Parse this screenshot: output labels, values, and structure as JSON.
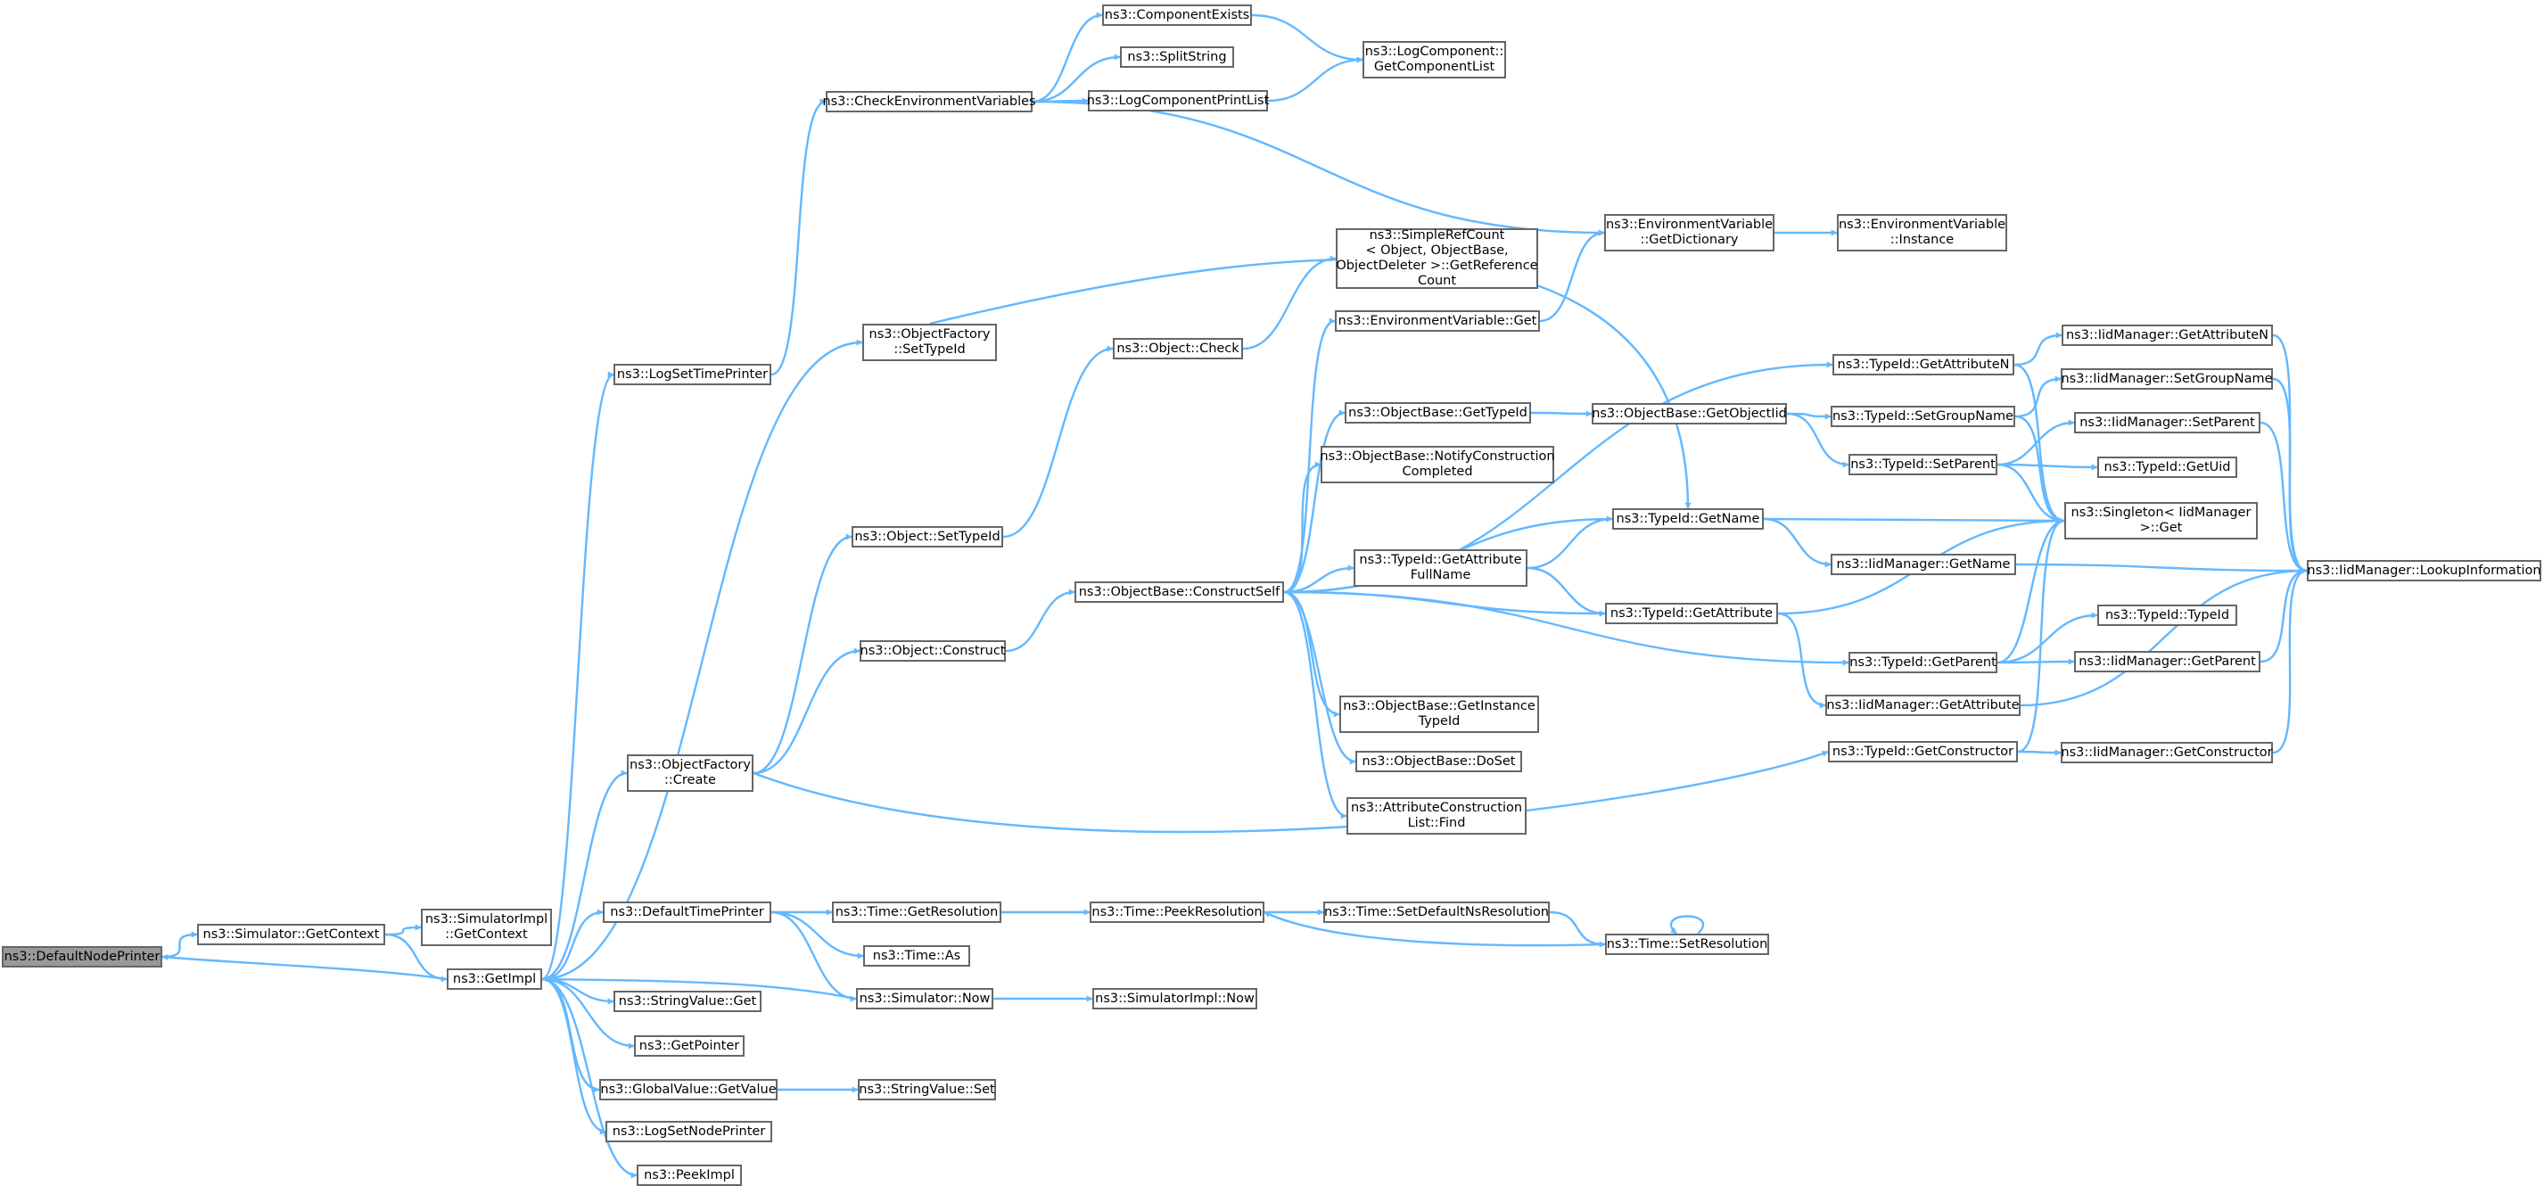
{
  "colors": {
    "edge": "#63b8ff",
    "node_border": "#666666",
    "root_fill": "#999999",
    "node_fill": "#ffffff"
  },
  "nodes": [
    {
      "id": "DefaultNodePrinter",
      "text": "ns3::DefaultNodePrinter",
      "root": true
    },
    {
      "id": "Simulator_GetContext",
      "text": "ns3::Simulator::GetContext"
    },
    {
      "id": "SimulatorImpl_GetContext",
      "text": "ns3::SimulatorImpl\n::GetContext"
    },
    {
      "id": "GetImpl",
      "text": "ns3::GetImpl"
    },
    {
      "id": "LogSetTimePrinter",
      "text": "ns3::LogSetTimePrinter"
    },
    {
      "id": "CheckEnvironmentVariables",
      "text": "ns3::CheckEnvironmentVariables"
    },
    {
      "id": "ComponentExists",
      "text": "ns3::ComponentExists"
    },
    {
      "id": "SplitString",
      "text": "ns3::SplitString"
    },
    {
      "id": "LogComponentPrintList",
      "text": "ns3::LogComponentPrintList"
    },
    {
      "id": "LogComponent_GetComponentList",
      "text": "ns3::LogComponent::\nGetComponentList"
    },
    {
      "id": "EnvVar_GetDictionary",
      "text": "ns3::EnvironmentVariable\n::GetDictionary"
    },
    {
      "id": "EnvVar_Instance",
      "text": "ns3::EnvironmentVariable\n::Instance"
    },
    {
      "id": "ObjectFactory_SetTypeId",
      "text": "ns3::ObjectFactory\n::SetTypeId"
    },
    {
      "id": "ObjectFactory_Create",
      "text": "ns3::ObjectFactory\n::Create"
    },
    {
      "id": "Object_SetTypeId",
      "text": "ns3::Object::SetTypeId"
    },
    {
      "id": "Object_Construct",
      "text": "ns3::Object::Construct"
    },
    {
      "id": "Object_Check",
      "text": "ns3::Object::Check"
    },
    {
      "id": "SimpleRefCount",
      "text": "ns3::SimpleRefCount\n< Object, ObjectBase,\n ObjectDeleter >::GetReference\nCount"
    },
    {
      "id": "EnvVar_Get",
      "text": "ns3::EnvironmentVariable::Get"
    },
    {
      "id": "ObjectBase_ConstructSelf",
      "text": "ns3::ObjectBase::ConstructSelf"
    },
    {
      "id": "ObjectBase_GetTypeId",
      "text": "ns3::ObjectBase::GetTypeId"
    },
    {
      "id": "ObjectBase_NotifyConstructionCompleted",
      "text": "ns3::ObjectBase::NotifyConstruction\nCompleted"
    },
    {
      "id": "TypeId_GetAttributeFullName",
      "text": "ns3::TypeId::GetAttribute\nFullName"
    },
    {
      "id": "ObjectBase_GetInstanceTypeId",
      "text": "ns3::ObjectBase::GetInstance\nTypeId"
    },
    {
      "id": "ObjectBase_DoSet",
      "text": "ns3::ObjectBase::DoSet"
    },
    {
      "id": "AttributeConstructionList_Find",
      "text": "ns3::AttributeConstruction\nList::Find"
    },
    {
      "id": "ObjectBase_GetObjectIid",
      "text": "ns3::ObjectBase::GetObjectIid"
    },
    {
      "id": "TypeId_GetName",
      "text": "ns3::TypeId::GetName"
    },
    {
      "id": "TypeId_GetAttribute",
      "text": "ns3::TypeId::GetAttribute"
    },
    {
      "id": "TypeId_GetAttributeN",
      "text": "ns3::TypeId::GetAttributeN"
    },
    {
      "id": "TypeId_SetGroupName",
      "text": "ns3::TypeId::SetGroupName"
    },
    {
      "id": "TypeId_SetParent",
      "text": "ns3::TypeId::SetParent"
    },
    {
      "id": "IidManager_GetName",
      "text": "ns3::IidManager::GetName"
    },
    {
      "id": "TypeId_GetParent",
      "text": "ns3::TypeId::GetParent"
    },
    {
      "id": "IidManager_GetAttribute",
      "text": "ns3::IidManager::GetAttribute"
    },
    {
      "id": "TypeId_GetConstructor",
      "text": "ns3::TypeId::GetConstructor"
    },
    {
      "id": "IidManager_GetAttributeN",
      "text": "ns3::IidManager::GetAttributeN"
    },
    {
      "id": "IidManager_SetGroupName",
      "text": "ns3::IidManager::SetGroupName"
    },
    {
      "id": "IidManager_SetParent",
      "text": "ns3::IidManager::SetParent"
    },
    {
      "id": "TypeId_GetUid",
      "text": "ns3::TypeId::GetUid"
    },
    {
      "id": "Singleton_Get",
      "text": "ns3::Singleton< IidManager\n >::Get"
    },
    {
      "id": "TypeId_TypeId",
      "text": "ns3::TypeId::TypeId"
    },
    {
      "id": "IidManager_GetParent",
      "text": "ns3::IidManager::GetParent"
    },
    {
      "id": "IidManager_GetConstructor",
      "text": "ns3::IidManager::GetConstructor"
    },
    {
      "id": "IidManager_LookupInformation",
      "text": "ns3::IidManager::LookupInformation"
    },
    {
      "id": "DefaultTimePrinter",
      "text": "ns3::DefaultTimePrinter"
    },
    {
      "id": "Time_GetResolution",
      "text": "ns3::Time::GetResolution"
    },
    {
      "id": "Time_As",
      "text": "ns3::Time::As"
    },
    {
      "id": "Time_PeekResolution",
      "text": "ns3::Time::PeekResolution"
    },
    {
      "id": "Time_SetDefaultNsResolution",
      "text": "ns3::Time::SetDefaultNsResolution"
    },
    {
      "id": "Time_SetResolution",
      "text": "ns3::Time::SetResolution"
    },
    {
      "id": "Simulator_Now",
      "text": "ns3::Simulator::Now"
    },
    {
      "id": "SimulatorImpl_Now",
      "text": "ns3::SimulatorImpl::Now"
    },
    {
      "id": "StringValue_Get",
      "text": "ns3::StringValue::Get"
    },
    {
      "id": "GetPointer",
      "text": "ns3::GetPointer"
    },
    {
      "id": "GlobalValue_GetValue",
      "text": "ns3::GlobalValue::GetValue"
    },
    {
      "id": "StringValue_Set",
      "text": "ns3::StringValue::Set"
    },
    {
      "id": "LogSetNodePrinter",
      "text": "ns3::LogSetNodePrinter"
    },
    {
      "id": "PeekImpl",
      "text": "ns3::PeekImpl"
    }
  ],
  "edges": [
    [
      "DefaultNodePrinter",
      "Simulator_GetContext"
    ],
    [
      "Simulator_GetContext",
      "SimulatorImpl_GetContext"
    ],
    [
      "Simulator_GetContext",
      "GetImpl"
    ],
    [
      "GetImpl",
      "DefaultNodePrinter"
    ],
    [
      "GetImpl",
      "LogSetTimePrinter"
    ],
    [
      "LogSetTimePrinter",
      "CheckEnvironmentVariables"
    ],
    [
      "CheckEnvironmentVariables",
      "ComponentExists"
    ],
    [
      "CheckEnvironmentVariables",
      "SplitString"
    ],
    [
      "CheckEnvironmentVariables",
      "LogComponentPrintList"
    ],
    [
      "ComponentExists",
      "LogComponent_GetComponentList"
    ],
    [
      "LogComponentPrintList",
      "LogComponent_GetComponentList"
    ],
    [
      "CheckEnvironmentVariables",
      "EnvVar_GetDictionary"
    ],
    [
      "EnvVar_GetDictionary",
      "EnvVar_Instance"
    ],
    [
      "GetImpl",
      "ObjectFactory_SetTypeId"
    ],
    [
      "ObjectFactory_SetTypeId",
      "TypeId_GetName"
    ],
    [
      "GetImpl",
      "ObjectFactory_Create"
    ],
    [
      "ObjectFactory_Create",
      "Object_SetTypeId"
    ],
    [
      "ObjectFactory_Create",
      "Object_Construct"
    ],
    [
      "ObjectFactory_Create",
      "TypeId_GetConstructor"
    ],
    [
      "Object_SetTypeId",
      "Object_Check"
    ],
    [
      "Object_Check",
      "SimpleRefCount"
    ],
    [
      "Object_Construct",
      "ObjectBase_ConstructSelf"
    ],
    [
      "ObjectBase_ConstructSelf",
      "EnvVar_Get"
    ],
    [
      "EnvVar_Get",
      "EnvVar_GetDictionary"
    ],
    [
      "ObjectBase_ConstructSelf",
      "ObjectBase_GetTypeId"
    ],
    [
      "ObjectBase_ConstructSelf",
      "ObjectBase_NotifyConstructionCompleted"
    ],
    [
      "ObjectBase_ConstructSelf",
      "TypeId_GetAttributeFullName"
    ],
    [
      "ObjectBase_ConstructSelf",
      "ObjectBase_GetInstanceTypeId"
    ],
    [
      "ObjectBase_ConstructSelf",
      "ObjectBase_DoSet"
    ],
    [
      "ObjectBase_ConstructSelf",
      "AttributeConstructionList_Find"
    ],
    [
      "ObjectBase_ConstructSelf",
      "TypeId_GetAttributeN"
    ],
    [
      "ObjectBase_ConstructSelf",
      "TypeId_GetName"
    ],
    [
      "ObjectBase_ConstructSelf",
      "TypeId_GetAttribute"
    ],
    [
      "ObjectBase_ConstructSelf",
      "TypeId_GetParent"
    ],
    [
      "ObjectBase_GetTypeId",
      "ObjectBase_GetObjectIid"
    ],
    [
      "ObjectBase_GetObjectIid",
      "TypeId_SetGroupName"
    ],
    [
      "ObjectBase_GetObjectIid",
      "TypeId_SetParent"
    ],
    [
      "TypeId_GetAttributeFullName",
      "TypeId_GetName"
    ],
    [
      "TypeId_GetAttributeFullName",
      "TypeId_GetAttribute"
    ],
    [
      "TypeId_GetName",
      "Singleton_Get"
    ],
    [
      "TypeId_GetName",
      "IidManager_GetName"
    ],
    [
      "TypeId_GetAttribute",
      "Singleton_Get"
    ],
    [
      "TypeId_GetAttribute",
      "IidManager_GetAttribute"
    ],
    [
      "TypeId_GetAttributeN",
      "IidManager_GetAttributeN"
    ],
    [
      "TypeId_GetAttributeN",
      "Singleton_Get"
    ],
    [
      "TypeId_SetGroupName",
      "IidManager_SetGroupName"
    ],
    [
      "TypeId_SetGroupName",
      "Singleton_Get"
    ],
    [
      "TypeId_SetParent",
      "IidManager_SetParent"
    ],
    [
      "TypeId_SetParent",
      "TypeId_GetUid"
    ],
    [
      "TypeId_SetParent",
      "Singleton_Get"
    ],
    [
      "TypeId_GetParent",
      "Singleton_Get"
    ],
    [
      "TypeId_GetParent",
      "TypeId_TypeId"
    ],
    [
      "TypeId_GetParent",
      "IidManager_GetParent"
    ],
    [
      "TypeId_GetConstructor",
      "Singleton_Get"
    ],
    [
      "TypeId_GetConstructor",
      "IidManager_GetConstructor"
    ],
    [
      "IidManager_GetAttributeN",
      "IidManager_LookupInformation"
    ],
    [
      "IidManager_SetGroupName",
      "IidManager_LookupInformation"
    ],
    [
      "IidManager_SetParent",
      "IidManager_LookupInformation"
    ],
    [
      "IidManager_GetName",
      "IidManager_LookupInformation"
    ],
    [
      "IidManager_GetParent",
      "IidManager_LookupInformation"
    ],
    [
      "IidManager_GetAttribute",
      "IidManager_LookupInformation"
    ],
    [
      "IidManager_GetConstructor",
      "IidManager_LookupInformation"
    ],
    [
      "GetImpl",
      "DefaultTimePrinter"
    ],
    [
      "DefaultTimePrinter",
      "Time_GetResolution"
    ],
    [
      "DefaultTimePrinter",
      "Time_As"
    ],
    [
      "DefaultTimePrinter",
      "Simulator_Now"
    ],
    [
      "Time_GetResolution",
      "Time_PeekResolution"
    ],
    [
      "Time_PeekResolution",
      "Time_SetDefaultNsResolution"
    ],
    [
      "Time_SetDefaultNsResolution",
      "Time_SetResolution"
    ],
    [
      "Time_SetResolution",
      "Time_PeekResolution"
    ],
    [
      "Time_SetResolution",
      "Time_SetResolution"
    ],
    [
      "Simulator_Now",
      "GetImpl"
    ],
    [
      "Simulator_Now",
      "SimulatorImpl_Now"
    ],
    [
      "GetImpl",
      "StringValue_Get"
    ],
    [
      "GetImpl",
      "GetPointer"
    ],
    [
      "GetImpl",
      "GlobalValue_GetValue"
    ],
    [
      "GlobalValue_GetValue",
      "StringValue_Set"
    ],
    [
      "GetImpl",
      "LogSetNodePrinter"
    ],
    [
      "GetImpl",
      "PeekImpl"
    ]
  ]
}
